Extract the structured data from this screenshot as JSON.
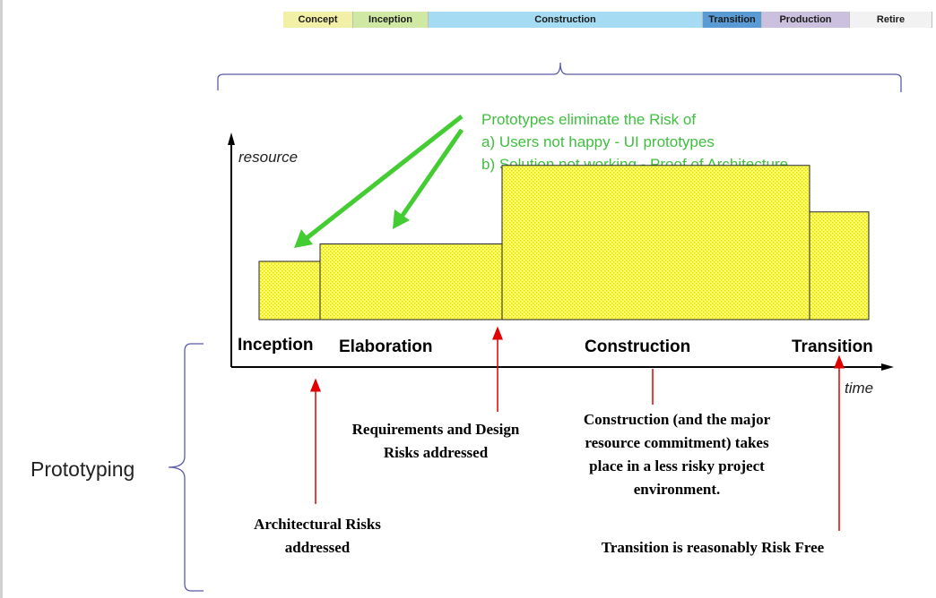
{
  "lifecycle_strip": {
    "phases": [
      {
        "label": "Concept",
        "color": "#f2f0a6"
      },
      {
        "label": "Inception",
        "color": "#cfe8a4"
      },
      {
        "label": "Construction",
        "color": "#a6dcf3"
      },
      {
        "label": "Transition",
        "color": "#5b9bd5"
      },
      {
        "label": "Production",
        "color": "#cbc0dd"
      },
      {
        "label": "Retire",
        "color": "#f2f2f2"
      }
    ]
  },
  "prototypes_note": {
    "line1": "Prototypes eliminate the Risk of",
    "line2": "a) Users not happy - UI prototypes",
    "line3": "b) Solution not working - Proof of Architecture",
    "color": "#3fbf3f"
  },
  "axes": {
    "y_label": "resource",
    "x_label": "time"
  },
  "phases": [
    {
      "label": "Inception",
      "resource": 1.0
    },
    {
      "label": "Elaboration",
      "resource": 1.3
    },
    {
      "label": "Construction",
      "resource": 2.65
    },
    {
      "label": "Transition",
      "resource": 1.85
    }
  ],
  "annotations": {
    "architectural": [
      "Architectural Risks",
      "addressed"
    ],
    "requirements": [
      "Requirements and Design",
      "Risks addressed"
    ],
    "construction": [
      "Construction (and the major",
      "resource commitment) takes",
      "place in a less risky project",
      "environment."
    ],
    "transition": [
      "Transition is reasonably Risk Free"
    ]
  },
  "prototyping_label": "Prototyping",
  "colors": {
    "brace": "#5a5aa8",
    "block_fill": "#ffff66",
    "arrow_red": "#e00000",
    "arrow_green": "#44cc33"
  }
}
